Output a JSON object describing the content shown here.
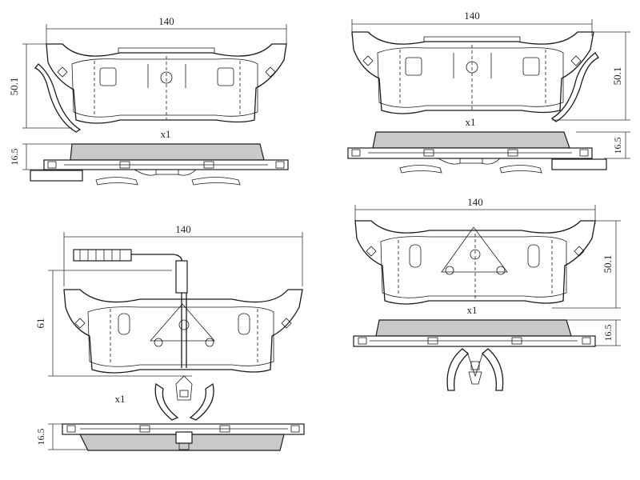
{
  "views": [
    {
      "id": "top-left",
      "width_label": "140",
      "height_label": "50.1",
      "thickness_label": "16.5",
      "qty_label": "x1"
    },
    {
      "id": "top-right",
      "width_label": "140",
      "height_label": "50.1",
      "thickness_label": "16.5",
      "qty_label": "x1"
    },
    {
      "id": "bottom-left",
      "width_label": "140",
      "height_label": "61",
      "thickness_label": "16.5",
      "qty_label": "x1"
    },
    {
      "id": "bottom-right",
      "width_label": "140",
      "height_label": "50.1",
      "thickness_label": "16.5",
      "qty_label": "x1"
    }
  ],
  "colors": {
    "line": "#1a1a1a",
    "friction": "#c9c9c9",
    "background": "#ffffff"
  }
}
